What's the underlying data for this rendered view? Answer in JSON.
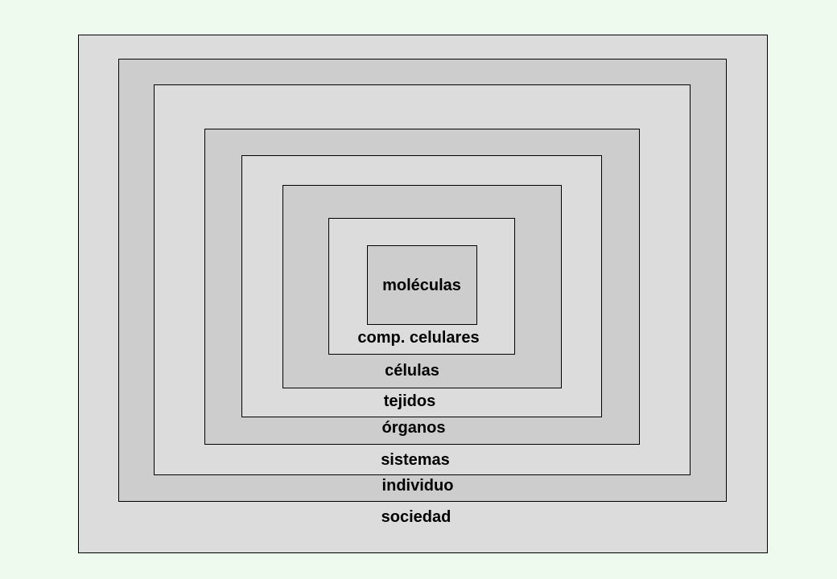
{
  "diagram": {
    "levels": [
      {
        "key": "sociedad",
        "label": "sociedad"
      },
      {
        "key": "individuo",
        "label": "individuo"
      },
      {
        "key": "sistemas",
        "label": "sistemas"
      },
      {
        "key": "organos",
        "label": "órganos"
      },
      {
        "key": "tejidos",
        "label": "tejidos"
      },
      {
        "key": "celulas",
        "label": "células"
      },
      {
        "key": "comp-celulares",
        "label": "comp. celulares"
      },
      {
        "key": "moleculas",
        "label": "moléculas"
      }
    ],
    "colors": {
      "background": "#eefaee",
      "light_fill": "#dcdcdc",
      "dark_fill": "#cdcdcd",
      "border": "#000000"
    }
  }
}
